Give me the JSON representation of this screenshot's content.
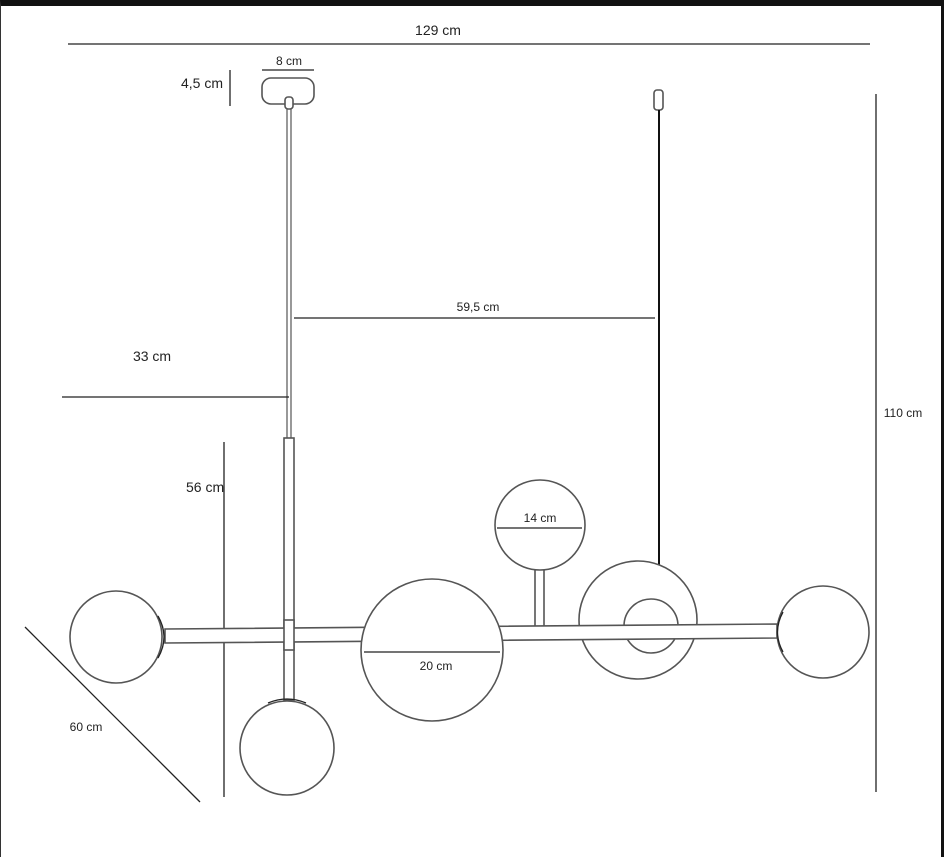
{
  "title": "Pendant lamp dimension drawing",
  "dimensions": {
    "total_width": "129 cm",
    "canopy_width": "8 cm",
    "canopy_height": "4,5 cm",
    "suspension_spacing": "59,5 cm",
    "cable_length": "33 cm",
    "rod_length": "56 cm",
    "total_height": "110 cm",
    "depth": "60 cm",
    "large_globe_diameter": "20 cm",
    "small_globe_diameter": "14 cm"
  }
}
